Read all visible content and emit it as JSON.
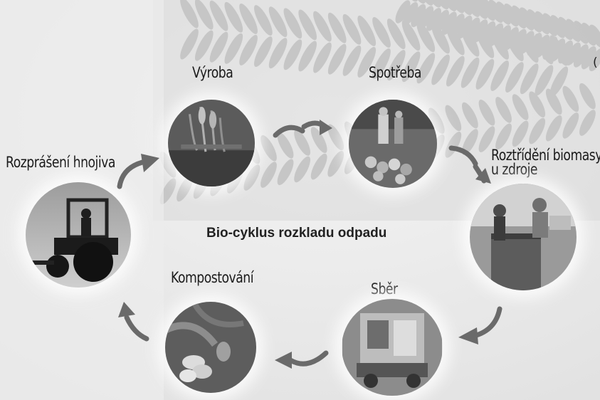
{
  "diagram": {
    "title": "Bio-cyklus rozkladu odpadu",
    "corner_text": "(",
    "nodes": [
      {
        "id": "vyroba",
        "label": "Výroba"
      },
      {
        "id": "spotreba",
        "label": "Spotřeba"
      },
      {
        "id": "roztrideni",
        "label_line1": "Roztřídění biomasy",
        "label_line2": "u zdroje"
      },
      {
        "id": "sber",
        "label": "Sběr"
      },
      {
        "id": "kompostovani",
        "label": "Kompostování"
      },
      {
        "id": "rozpraseni",
        "label": "Rozprášení hnojiva"
      }
    ],
    "flow_order": [
      "vyroba",
      "spotreba",
      "roztrideni",
      "sber",
      "kompostovani",
      "rozpraseni",
      "vyroba"
    ]
  }
}
